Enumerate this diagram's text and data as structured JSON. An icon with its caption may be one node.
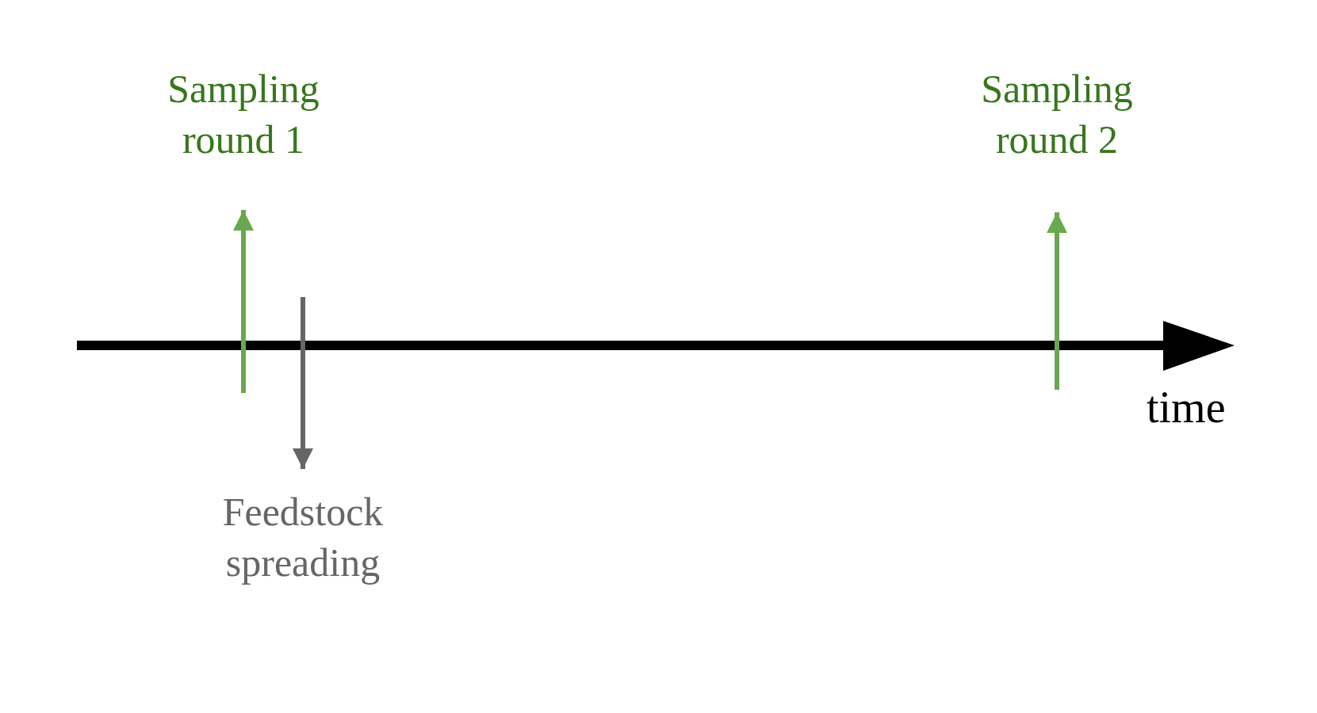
{
  "diagram": {
    "nodes": [
      {
        "text": [
          "Sampling round 1"
        ]
      },
      {
        "text": [
          "Sampling round 2"
        ]
      },
      {
        "text": [
          "Feedstock spreading"
        ]
      }
    ],
    "edges": [
      {
        "from": null,
        "to": 0,
        "arrow": "to"
      },
      {
        "from": null,
        "to": 2,
        "arrow": "to",
        "color": "#666666"
      },
      {
        "from": null,
        "to": 1,
        "arrow": "to"
      }
    ],
    "labels": [
      "time"
    ]
  }
}
